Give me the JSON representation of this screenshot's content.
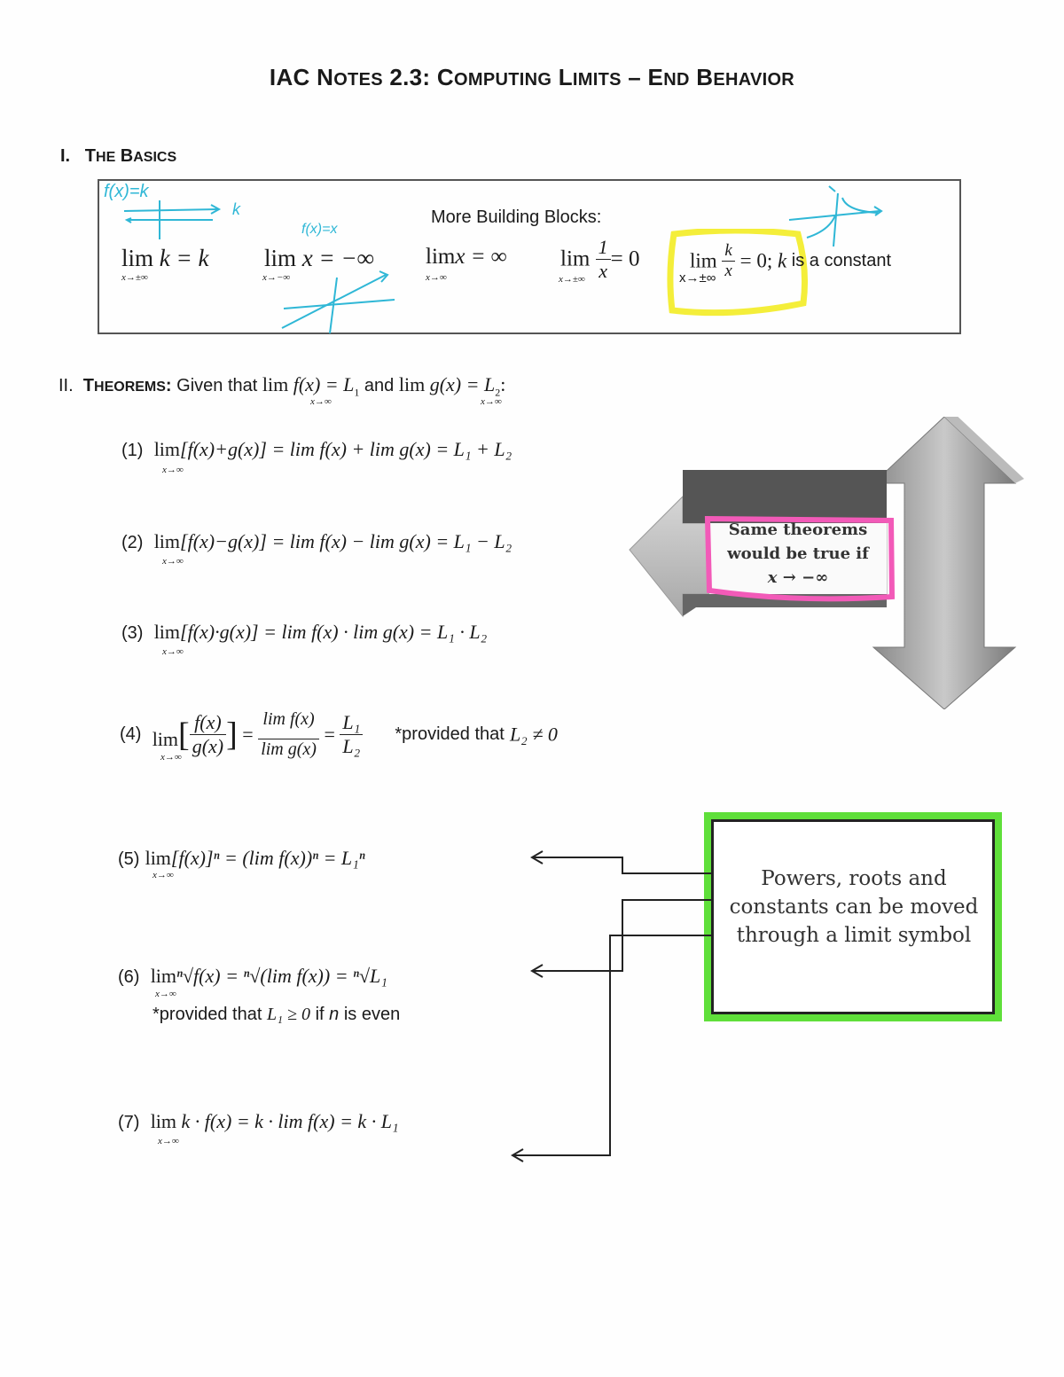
{
  "title": {
    "prefix": "IAC N",
    "otes": "OTES",
    "num": " 2.3: C",
    "omputing": "OMPUTING",
    "l": " L",
    "imits": "IMITS",
    "dash": " – E",
    "nd": "ND",
    "b": " B",
    "ehavior": "EHAVIOR"
  },
  "section1": {
    "numeral": "I.",
    "t": "T",
    "he": "HE",
    "b": " B",
    "asics": "ASICS"
  },
  "basics": {
    "handwritten_fk": "f(x)=k",
    "handwritten_k": "k",
    "handwritten_fx": "f(x)=x",
    "more_blocks": "More Building Blocks:",
    "lim1": {
      "lim": "lim",
      "expr": "k = k",
      "sub": "x→±∞"
    },
    "lim2": {
      "lim": "lim",
      "expr": "x = −∞",
      "sub": "x→−∞"
    },
    "lim3": {
      "lim": "lim",
      "expr": "x = ∞",
      "sub": "x→∞"
    },
    "lim4": {
      "lim": "lim",
      "num": "1",
      "den": "x",
      "rhs": "= 0",
      "sub": "x→±∞"
    },
    "lim5": {
      "lim": "lim",
      "num": "k",
      "den": "x",
      "rhs": "= 0;",
      "k": "k",
      "const": " is a constant",
      "sub": "x→±∞"
    }
  },
  "section2": {
    "numeral": "II.",
    "t": "T",
    "heorems": "HEOREMS",
    "colon": ":",
    "given": "Given that",
    "lim": "lim",
    "fx": "f(x) = L",
    "s1": "1",
    "and": "and",
    "gx": "g(x) = L",
    "s2": "2",
    "end": ":",
    "sub": "x→∞"
  },
  "theorems": [
    {
      "num": "(1)",
      "lim": "lim",
      "lhs": "[f(x)+g(x)]",
      "mid": "= lim f(x) + lim g(x) =",
      "rhs": "L₁ + L₂",
      "sub": "x→∞"
    },
    {
      "num": "(2)",
      "lim": "lim",
      "lhs": "[f(x)−g(x)]",
      "mid": "= lim f(x) − lim g(x) =",
      "rhs": "L₁ − L₂",
      "sub": "x→∞"
    },
    {
      "num": "(3)",
      "lim": "lim",
      "lhs": "[f(x)·g(x)]",
      "mid": "= lim f(x) · lim g(x) =",
      "rhs": "L₁ · L₂",
      "sub": "x→∞"
    },
    {
      "num": "(4)",
      "lim": "lim",
      "ltop": "f(x)",
      "lbot": "g(x)",
      "mtop": "lim f(x)",
      "mbot": "lim g(x)",
      "rtop": "L₁",
      "rbot": "L₂",
      "note": "*provided that",
      "cond": "L₂ ≠ 0",
      "sub": "x→∞"
    },
    {
      "num": "(5)",
      "lim": "lim",
      "expr": "[f(x)]ⁿ = (lim f(x))ⁿ = L₁ⁿ",
      "sub": "x→∞"
    },
    {
      "num": "(6)",
      "lim": "lim",
      "expr": "ⁿ√f(x) = ⁿ√(lim f(x)) = ⁿ√L₁",
      "sub": "x→∞",
      "note": "*provided that",
      "cond": "L₁ ≥ 0",
      "if": " if ",
      "n": "n",
      "even": " is even"
    },
    {
      "num": "(7)",
      "lim": "lim",
      "expr": "k · f(x) = k · lim f(x) = k · L₁",
      "sub": "x→∞"
    }
  ],
  "arrow_note": {
    "line1": "Same theorems",
    "line2": "would be true if",
    "line3": "x → −∞"
  },
  "green_note": {
    "line1": "Powers, roots and",
    "line2": "constants can be moved",
    "line3": "through a limit symbol"
  },
  "colors": {
    "highlight_yellow": "#f4ee3a",
    "highlight_pink": "#f25ab8",
    "highlight_green": "#5fdf3a",
    "ink_blue": "#2fb7d6"
  }
}
